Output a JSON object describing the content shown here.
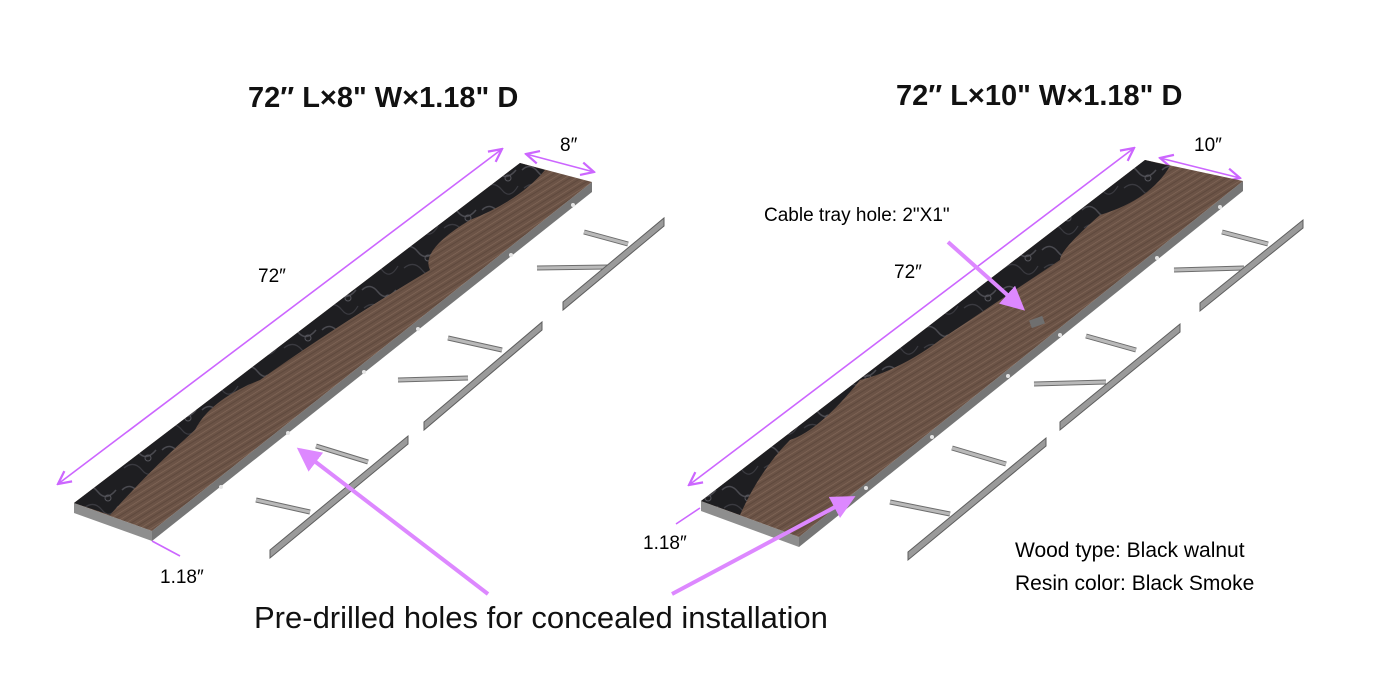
{
  "colors": {
    "dimension_line": "#cc66ff",
    "callout_arrow": "#dd88ff",
    "wood": "#6b5346",
    "wood_grain": "#8a7060",
    "resin": "#1f1f22",
    "edge": "#8e8e8e",
    "bracket": "#b9b9b9",
    "bracket_edge": "#6d6d6d"
  },
  "left_shelf": {
    "title": "72″   L×8\" W×1.18\" D",
    "length_label": "72″",
    "width_label": "8″",
    "depth_label": "1.18″"
  },
  "right_shelf": {
    "title": "72″   L×10\" W×1.18\" D",
    "length_label": "72″",
    "width_label": "10″",
    "depth_label": "1.18″",
    "cable_hole_label": "Cable tray hole: 2\"X1\""
  },
  "caption": "Pre-drilled holes for concealed installation",
  "specs": {
    "wood_type": "Wood type: Black walnut",
    "resin_color": "Resin color: Black Smoke"
  }
}
